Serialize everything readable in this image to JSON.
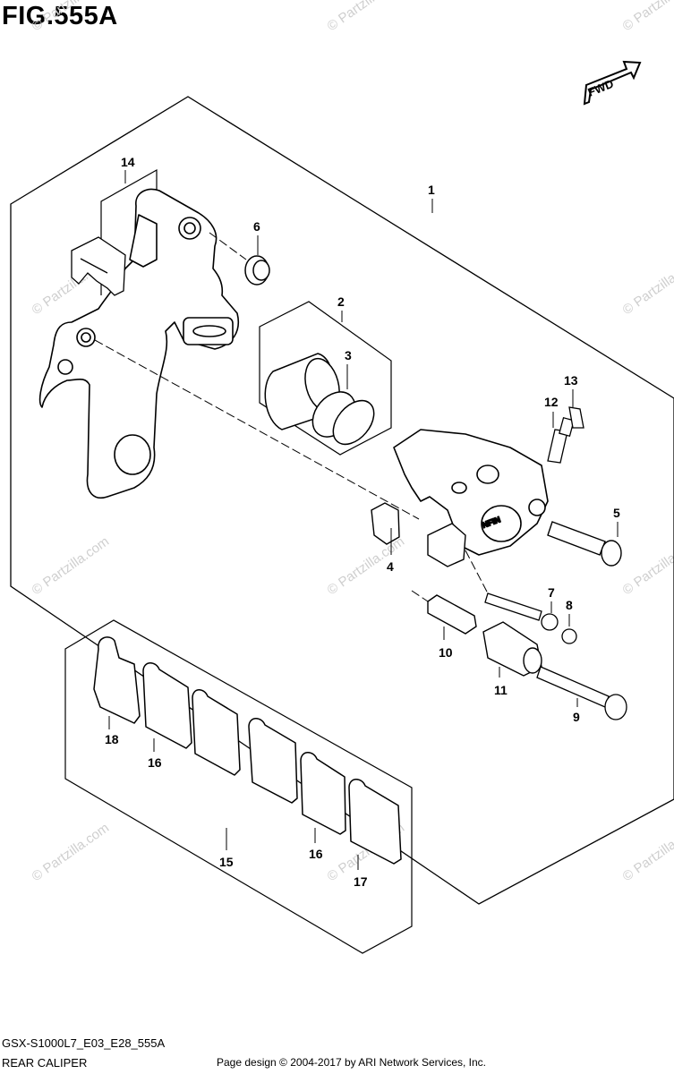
{
  "figure": {
    "title": "FIG.555A",
    "direction_label": "FWD",
    "model_code": "GSX-S1000L7_E03_E28_555A",
    "part_group_name": "REAR CALIPER",
    "copyright": "Page design © 2004-2017 by ARI Network Services, Inc.",
    "watermark": "© Partzilla.com"
  },
  "callouts": [
    "1",
    "2",
    "3",
    "4",
    "5",
    "6",
    "7",
    "8",
    "9",
    "10",
    "11",
    "12",
    "13",
    "14",
    "15",
    "16",
    "16",
    "17",
    "18"
  ]
}
